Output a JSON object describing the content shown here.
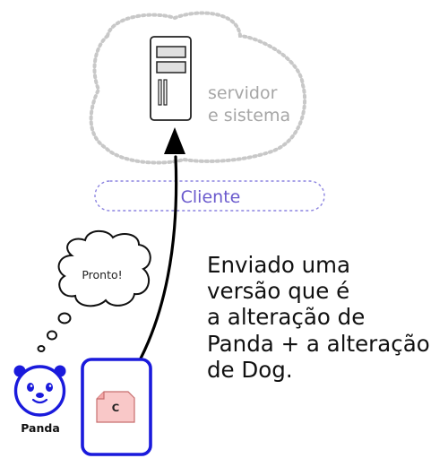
{
  "server": {
    "label_line1": "servidor",
    "label_line2": "e sistema",
    "cloud_color": "#c8c8c8",
    "icon": "server-tower-icon"
  },
  "client": {
    "label": "Cliente",
    "color": "#6a5acd"
  },
  "message": {
    "lines": [
      "Enviado uma",
      "versão que é",
      "a alteração de",
      "Panda + a alteração",
      "de Dog."
    ]
  },
  "thought_bubble": {
    "text": "Pronto!"
  },
  "user": {
    "name": "Panda",
    "icon": "panda-face-icon",
    "color": "#1a1adc"
  },
  "document": {
    "label": "C",
    "icon": "file-icon",
    "frame_color": "#1a1adc",
    "file_fill": "#f9c8c8"
  }
}
